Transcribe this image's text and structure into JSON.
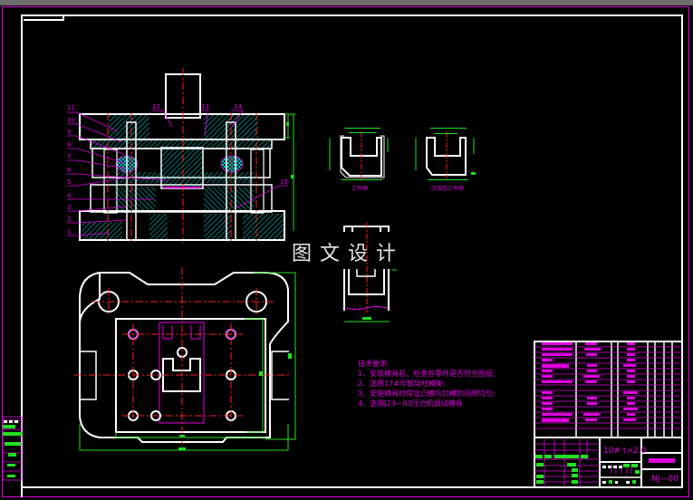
{
  "drawing": {
    "watermark": "图文设计",
    "background": "#000000",
    "colors": {
      "outline": "#ffffff",
      "border_outer": "#e000e0",
      "hatch": "#00e0e0",
      "centerline": "#ff2020",
      "dimension": "#20e020",
      "annotation": "#e000e0"
    }
  },
  "section_view": {
    "part_labels": [
      "1",
      "2",
      "3",
      "4",
      "5",
      "6",
      "7",
      "8",
      "9",
      "10",
      "11",
      "12",
      "13",
      "14",
      "15"
    ]
  },
  "part_views": {
    "workpiece_caption": "工件图",
    "blank_caption": "压弯后工件图"
  },
  "tech_requirements": {
    "title": "技术要求:",
    "items": [
      "1、安装模具前，检查各零件是否符合图纸;",
      "2、选用17#号钢导柱模架;",
      "3、安装模具时保证凸模与凹模的间隙均匀;",
      "4、选用J23—63压力机调试模具"
    ]
  },
  "title_block": {
    "material_scale": "10# t=2.0",
    "drawing_number": "NJ—00",
    "bom_rows": [
      {
        "no": "15",
        "qty": "2",
        "material": "35#"
      },
      {
        "no": "14",
        "qty": "3",
        "material": "35#"
      },
      {
        "no": "13",
        "qty": "1",
        "material": "35#"
      },
      {
        "no": "12",
        "qty": "1",
        "material": "45#"
      },
      {
        "no": "11",
        "qty": "1",
        "material": "HT200"
      },
      {
        "no": "10",
        "qty": "1",
        "material": "45#"
      },
      {
        "no": "9",
        "qty": "1",
        "material": "45#"
      },
      {
        "no": "8",
        "qty": "4",
        "material": "35#"
      },
      {
        "no": "7",
        "qty": "",
        "material": ""
      },
      {
        "no": "6",
        "qty": "1",
        "material": "Cr12MoV"
      },
      {
        "no": "5",
        "qty": "1",
        "material": "45#"
      },
      {
        "no": "4",
        "qty": "1",
        "material": "45#"
      },
      {
        "no": "3",
        "qty": "1",
        "material": "Cr12MoV"
      },
      {
        "no": "2",
        "qty": "4",
        "material": "35#"
      },
      {
        "no": "1",
        "qty": "1",
        "material": "HT200"
      }
    ]
  }
}
